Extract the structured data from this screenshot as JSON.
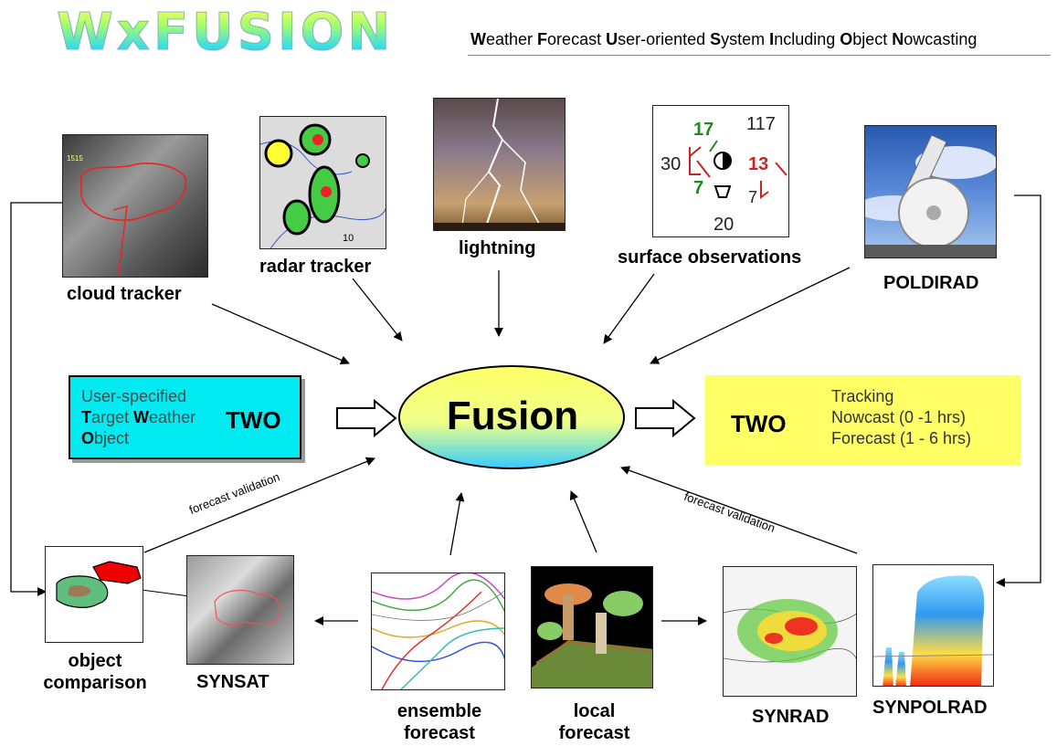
{
  "header": {
    "logo_text": "WxFUSION",
    "subtitle": {
      "w": "W",
      "w_rest": "eather ",
      "f": "F",
      "f_rest": "orecast ",
      "u": "U",
      "u_rest": "ser-oriented ",
      "s": "S",
      "s_rest": "ystem ",
      "i": "I",
      "i_rest": "ncluding ",
      "o": "O",
      "o_rest": "bject ",
      "n": "N",
      "n_rest": "owcasting"
    }
  },
  "inputs": {
    "cloud_tracker": "cloud tracker",
    "radar_tracker": "radar tracker",
    "lightning": "lightning",
    "surface_observations": "surface observations",
    "poldirad": "POLDIRAD"
  },
  "surface_obs_plot": {
    "top_left": "17",
    "top_right": "117",
    "left": "30",
    "right": "13",
    "lower_left": "7",
    "lower_right": "7",
    "bottom": "20"
  },
  "radar_map_number": "10",
  "cloud_map_number": "1515",
  "center": {
    "fusion": "Fusion",
    "input_box": {
      "line1": "User-specified",
      "line2_bold": "T",
      "line2_rest": "arget ",
      "line2_bold2": "W",
      "line2_rest2": "eather",
      "line3_bold": "O",
      "line3_rest": "bject",
      "two": "TWO"
    },
    "output_box": {
      "two": "TWO",
      "line1": "Tracking",
      "line2": "Nowcast (0 -1 hrs)",
      "line3": "Forecast (1 - 6 hrs)"
    }
  },
  "validation": {
    "left": "forecast validation",
    "right": "forecast validation"
  },
  "bottom": {
    "object_comparison_1": "object",
    "object_comparison_2": "comparison",
    "synsat": "SYNSAT",
    "ensemble_1": "ensemble",
    "ensemble_2": "forecast",
    "local_1": "local",
    "local_2": "forecast",
    "synrad": "SYNRAD",
    "synpolrad": "SYNPOLRAD"
  },
  "colors": {
    "cyan_box": "#00eaf2",
    "yellow_box": "#ffff66",
    "ellipse_top": "#ffff66",
    "ellipse_bottom": "#33ccff",
    "object_red": "#ee0000",
    "object_green": "#5fbf7f"
  }
}
